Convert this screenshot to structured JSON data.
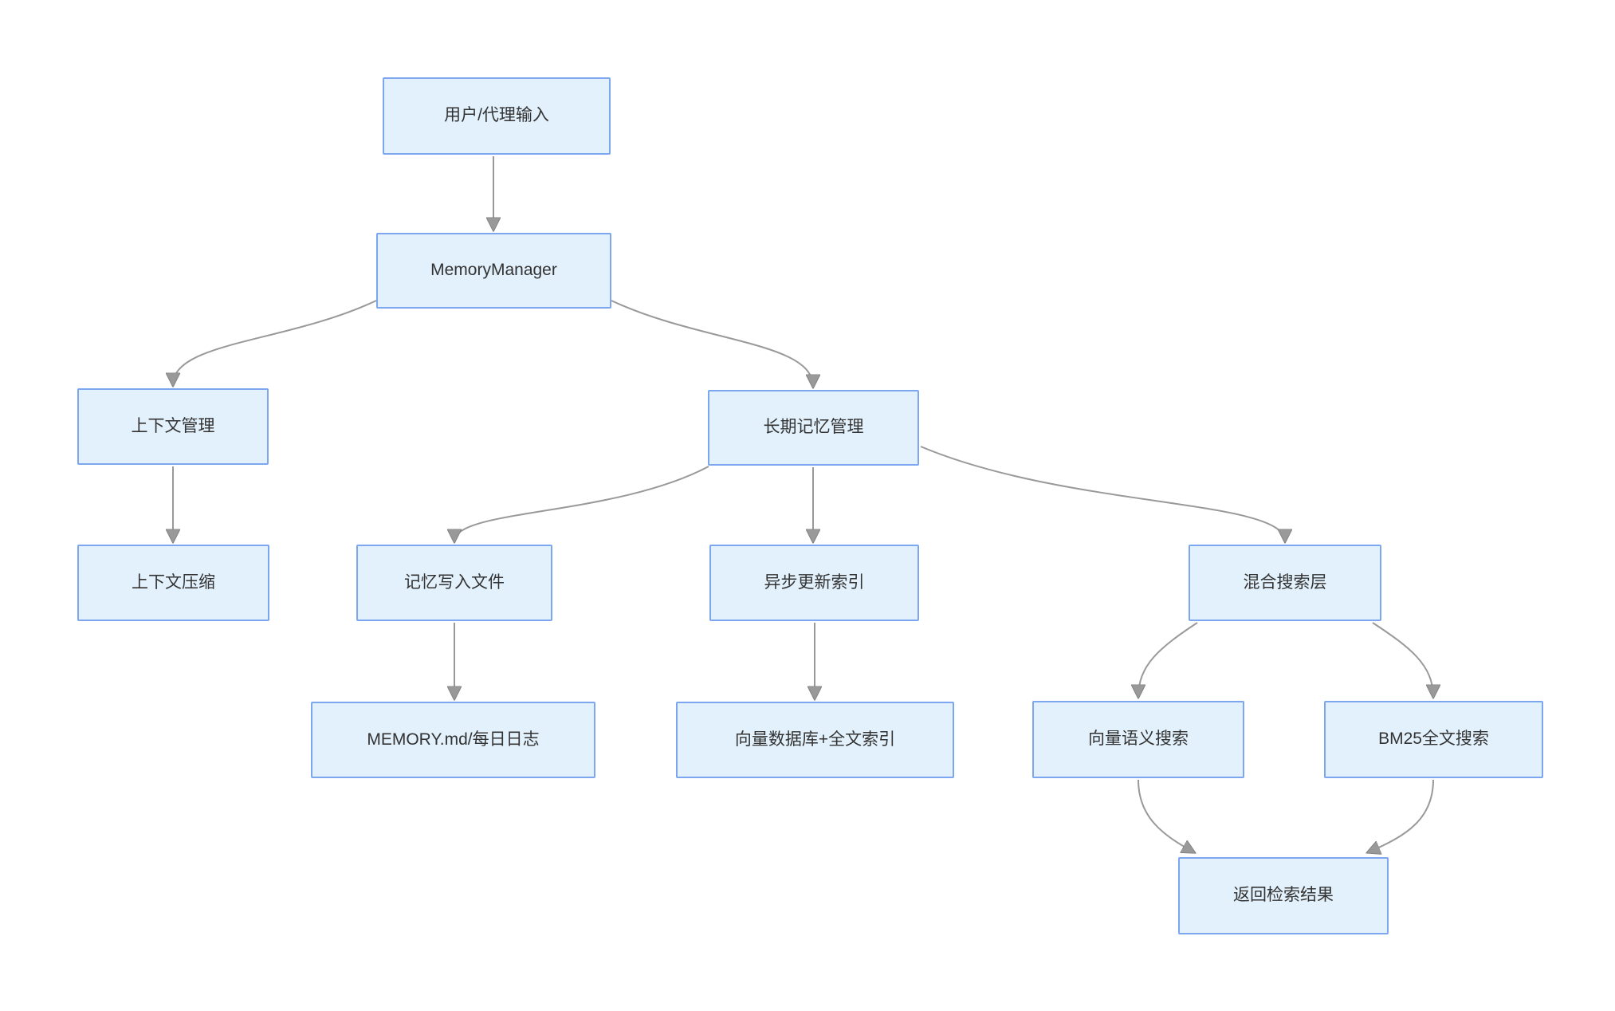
{
  "diagram": {
    "type": "flowchart",
    "direction": "top-down",
    "colors": {
      "background": "#FFFFFF",
      "node_fill": "#E2F1FC",
      "node_border": "#7CA6F0",
      "edge": "#999999",
      "arrowhead": "#999999",
      "text": "#333333"
    },
    "nodes": [
      {
        "id": "input",
        "name": "user-agent-input",
        "label": "用户/代理输入"
      },
      {
        "id": "manager",
        "name": "memory-manager",
        "label": "MemoryManager"
      },
      {
        "id": "context",
        "name": "context-management",
        "label": "上下文管理"
      },
      {
        "id": "longterm",
        "name": "long-term-memory",
        "label": "长期记忆管理"
      },
      {
        "id": "compress",
        "name": "context-compression",
        "label": "上下文压缩"
      },
      {
        "id": "write",
        "name": "memory-write-file",
        "label": "记忆写入文件"
      },
      {
        "id": "async_index",
        "name": "async-index-update",
        "label": "异步更新索引"
      },
      {
        "id": "hybrid",
        "name": "hybrid-search-layer",
        "label": "混合搜索层"
      },
      {
        "id": "memfile",
        "name": "memory-md-daily-log",
        "label": "MEMORY.md/每日日志"
      },
      {
        "id": "vectordb",
        "name": "vector-db-fulltext-index",
        "label": "向量数据库+全文索引"
      },
      {
        "id": "vsearch",
        "name": "vector-semantic-search",
        "label": "向量语义搜索"
      },
      {
        "id": "bm25",
        "name": "bm25-fulltext-search",
        "label": "BM25全文搜索"
      },
      {
        "id": "result",
        "name": "return-search-results",
        "label": "返回检索结果"
      }
    ],
    "edges": [
      {
        "from": "input",
        "to": "manager"
      },
      {
        "from": "manager",
        "to": "context"
      },
      {
        "from": "manager",
        "to": "longterm"
      },
      {
        "from": "context",
        "to": "compress"
      },
      {
        "from": "longterm",
        "to": "write"
      },
      {
        "from": "longterm",
        "to": "async_index"
      },
      {
        "from": "longterm",
        "to": "hybrid"
      },
      {
        "from": "write",
        "to": "memfile"
      },
      {
        "from": "async_index",
        "to": "vectordb"
      },
      {
        "from": "hybrid",
        "to": "vsearch"
      },
      {
        "from": "hybrid",
        "to": "bm25"
      },
      {
        "from": "vsearch",
        "to": "result"
      },
      {
        "from": "bm25",
        "to": "result"
      }
    ]
  }
}
